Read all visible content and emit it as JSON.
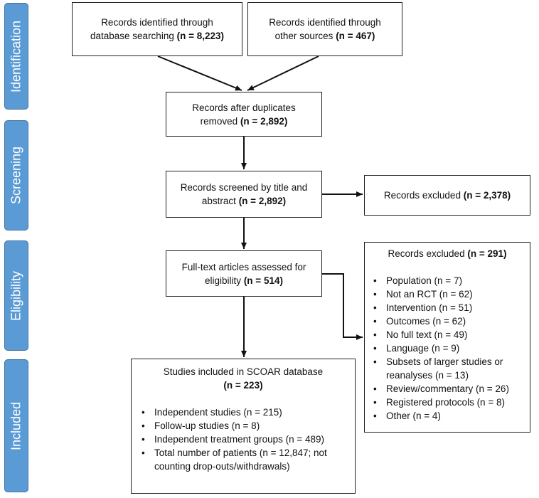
{
  "phases": [
    "Identification",
    "Screening",
    "Eligibility",
    "Included"
  ],
  "identified_db": {
    "line1": "Records identified through",
    "line2a": "database searching ",
    "count": "(n = 8,223)"
  },
  "identified_other": {
    "line1": "Records identified through",
    "line2a": "other sources ",
    "count": "(n = 467)"
  },
  "dedup": {
    "line1": "Records after duplicates",
    "line2a": "removed ",
    "count": "(n = 2,892)"
  },
  "screened": {
    "line1": "Records screened by title and",
    "line2a": "abstract ",
    "count": "(n = 2,892)"
  },
  "excluded_screen": {
    "label": "Records excluded ",
    "count": "(n = 2,378)"
  },
  "fulltext": {
    "line1": "Full-text articles assessed for",
    "line2a": "eligibility ",
    "count": "(n = 514)"
  },
  "excluded_full": {
    "label": "Records excluded ",
    "count": "(n = 291)",
    "items": [
      "Population (n = 7)",
      "Not an RCT (n = 62)",
      "Intervention (n = 51)",
      "Outcomes (n = 62)",
      "No full text (n = 49)",
      "Language (n = 9)",
      "Subsets of larger studies or reanalyses (n = 13)",
      "Review/commentary (n = 26)",
      "Registered protocols (n = 8)",
      "Other (n = 4)"
    ]
  },
  "included": {
    "line1": "Studies included in SCOAR database",
    "count": "(n = 223)",
    "items": [
      "Independent studies (n = 215)",
      "Follow-up studies (n = 8)",
      "Independent treatment groups (n = 489)",
      "Total number of patients (n = 12,847; not counting drop-outs/withdrawals)"
    ]
  }
}
